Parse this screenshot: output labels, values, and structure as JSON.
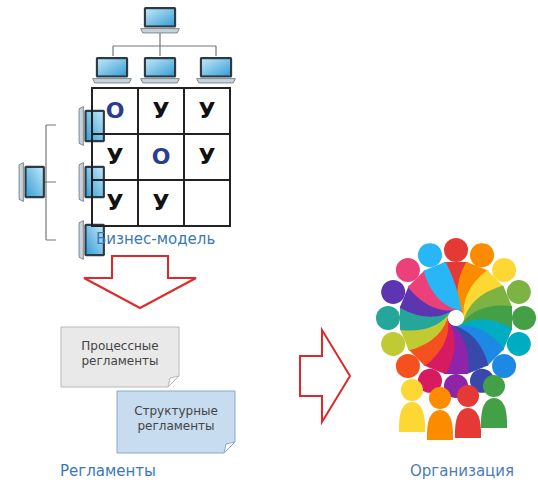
{
  "diagram": {
    "nodes": [
      {
        "text": [
          "Процессные регламенты"
        ]
      },
      {
        "text": [
          "Структурные регламенты"
        ]
      }
    ],
    "labels": [
      "О",
      "У",
      "У",
      "У",
      "О",
      "У",
      "У",
      "У",
      "Бизнес-модель",
      "Регламенты",
      "Организация"
    ]
  }
}
